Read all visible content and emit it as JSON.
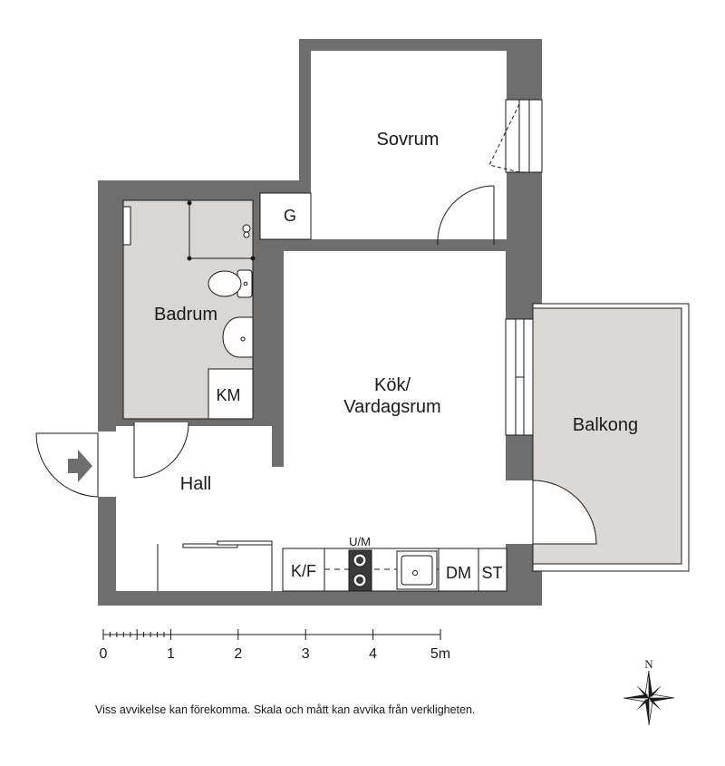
{
  "rooms": {
    "sovrum": "Sovrum",
    "badrum": "Badrum",
    "kok_line1": "Kök/",
    "kok_line2": "Vardagsrum",
    "hall": "Hall",
    "balkong": "Balkong"
  },
  "fixtures": {
    "garderob": "G",
    "km": "KM",
    "kf": "K/F",
    "um": "U/M",
    "dm": "DM",
    "st": "ST"
  },
  "scale": {
    "ticks": [
      "0",
      "1",
      "2",
      "3",
      "4",
      "5m"
    ]
  },
  "compass": {
    "north": "N"
  },
  "disclaimer": "Viss avvikelse kan förekomma. Skala och mått kan avvika från verkligheten.",
  "colors": {
    "wall": "#6e6e6e",
    "bath_floor": "#d9d6d3",
    "balcony_floor": "#dbd8d5",
    "line": "#1a1a1a"
  }
}
